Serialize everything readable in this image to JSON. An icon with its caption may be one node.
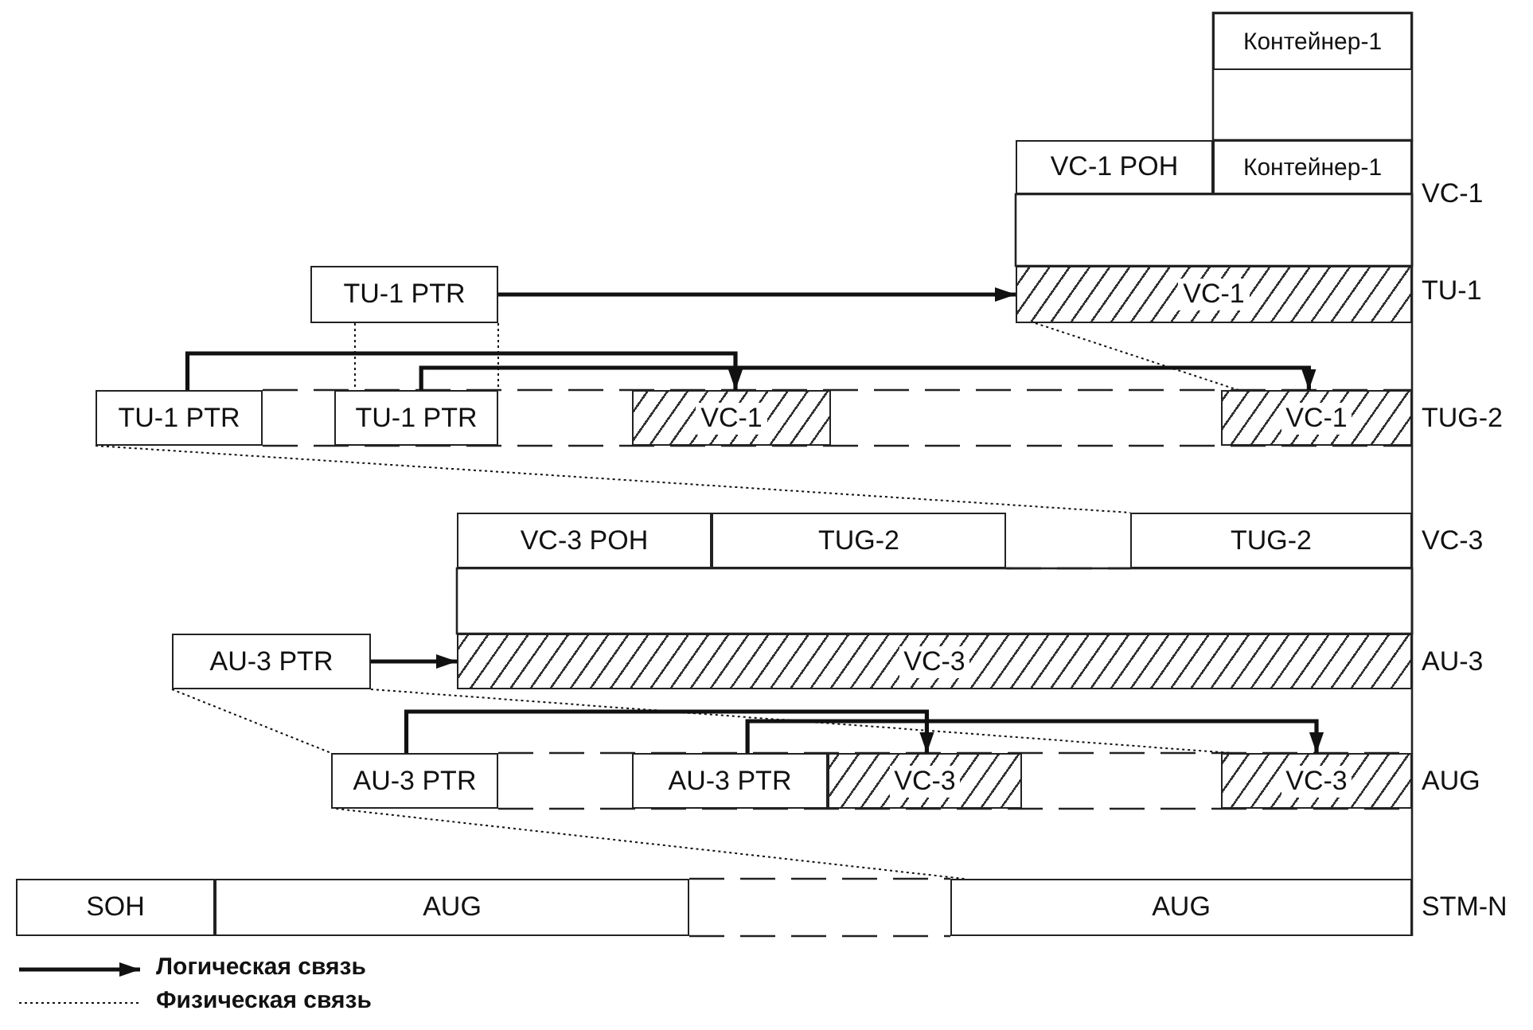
{
  "diagram": {
    "nodes": [
      {
        "text": [
          "Контейнер-1"
        ]
      },
      {
        "text": [
          "VC-1 POH"
        ]
      },
      {
        "text": [
          "Контейнер-1"
        ]
      },
      {
        "text": [
          "TU-1 PTR"
        ]
      },
      {
        "text": [
          "VC-1"
        ]
      },
      {
        "text": [
          "TU-1 PTR"
        ]
      },
      {
        "text": [
          "TU-1 PTR"
        ]
      },
      {
        "text": [
          "VC-1"
        ]
      },
      {
        "text": [
          "VC-1"
        ]
      },
      {
        "text": [
          "VC-3 POH"
        ]
      },
      {
        "text": [
          "TUG-2"
        ]
      },
      {
        "text": [
          "TUG-2"
        ]
      },
      {
        "text": [
          "AU-3 PTR"
        ]
      },
      {
        "text": [
          "VC-3"
        ]
      },
      {
        "text": [
          "AU-3 PTR"
        ]
      },
      {
        "text": [
          "AU-3 PTR"
        ]
      },
      {
        "text": [
          "VC-3"
        ]
      },
      {
        "text": [
          "VC-3"
        ]
      },
      {
        "text": [
          "SOH"
        ]
      },
      {
        "text": [
          "AUG"
        ]
      },
      {
        "text": [
          "AUG"
        ]
      }
    ],
    "edges": [
      {
        "from": 3,
        "to": 4,
        "arrow": "to",
        "style": "thick"
      },
      {
        "from": 5,
        "to": 7,
        "arrow": "to",
        "style": "thick"
      },
      {
        "from": 6,
        "to": 8,
        "arrow": "to",
        "style": "thick"
      },
      {
        "from": 12,
        "to": 13,
        "arrow": "to",
        "style": "thick"
      },
      {
        "from": 14,
        "to": 16,
        "arrow": "to",
        "style": "thick"
      },
      {
        "from": 15,
        "to": 17,
        "arrow": "to",
        "style": "thick"
      },
      {
        "from": 3,
        "to": 6,
        "arrow": "none",
        "style": "dashed"
      },
      {
        "from": 3,
        "to": 6,
        "arrow": "none",
        "style": "dashed"
      },
      {
        "from": 4,
        "to": 8,
        "arrow": "none",
        "style": "dashed"
      },
      {
        "from": 5,
        "to": 11,
        "arrow": "none",
        "style": "dashed"
      },
      {
        "from": 12,
        "to": 14,
        "arrow": "none",
        "style": "dashed"
      },
      {
        "from": 12,
        "to": 17,
        "arrow": "none",
        "style": "dashed"
      },
      {
        "from": 14,
        "to": 20,
        "arrow": "none",
        "style": "dashed"
      }
    ],
    "labels": [
      "VC-1",
      "TU-1",
      "TUG-2",
      "VC-3",
      "AU-3",
      "AUG",
      "STM-N"
    ],
    "legend": [
      {
        "text": "Логическая связь"
      },
      {
        "text": "Физическая связь"
      }
    ]
  }
}
